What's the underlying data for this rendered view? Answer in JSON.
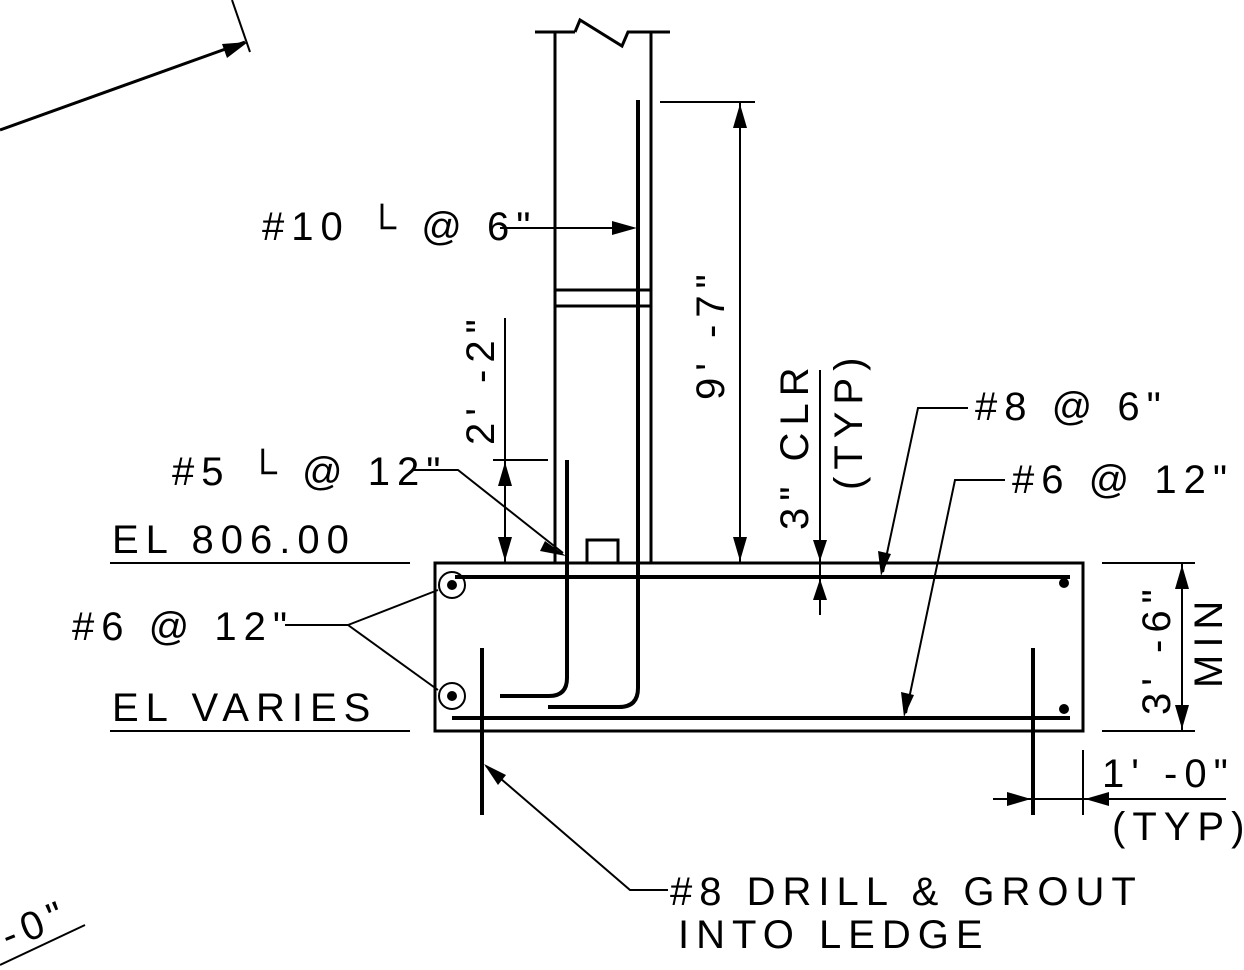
{
  "labels": {
    "top_bar": "#10 └ @ 6\"",
    "stem_height": "9' -7\"",
    "clear_cover": "3\" CLR",
    "clear_cover_typ": "(TYP)",
    "lap_length": "2' -2\"",
    "dowel": "#5 └ @ 12\"",
    "el_top": "EL 806.00",
    "el_bottom": "EL VARIES",
    "longitudinal": "#6 @ 12\"",
    "top_mat": "#8 @ 6\"",
    "bottom_mat": "#6 @ 12\"",
    "depth": "3' -6\"",
    "depth_min": "MIN",
    "edge": "1' -0\"",
    "edge_typ": "(TYP)",
    "drill_line1": "#8 DRILL & GROUT",
    "drill_line2": "INTO LEDGE",
    "partial_dim": "-0\""
  }
}
